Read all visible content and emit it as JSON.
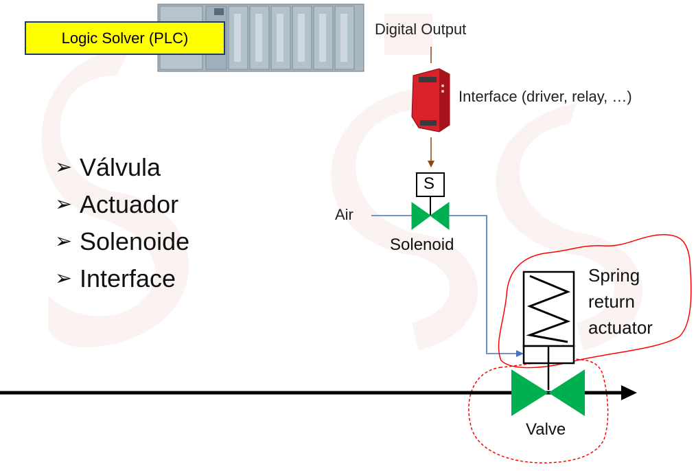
{
  "plc": {
    "label": "Logic Solver (PLC)"
  },
  "labels": {
    "digital_output": "Digital Output",
    "interface": "Interface (driver, relay, …)",
    "solenoid_symbol": "S",
    "air": "Air",
    "solenoid": "Solenoid",
    "actuator_line1": "Spring",
    "actuator_line2": "return",
    "actuator_line3": "actuator",
    "valve": "Valve"
  },
  "bullets": {
    "marker": "➢",
    "items": [
      "Válvula",
      "Actuador",
      "Solenoide",
      "Interface"
    ]
  },
  "colors": {
    "plc_fill": "#ffff00",
    "valve_green": "#00b050",
    "air_line": "#4472c4",
    "signal_arrow": "#8b4513",
    "highlight_red": "#ff0000",
    "relay_red": "#d9202b"
  }
}
